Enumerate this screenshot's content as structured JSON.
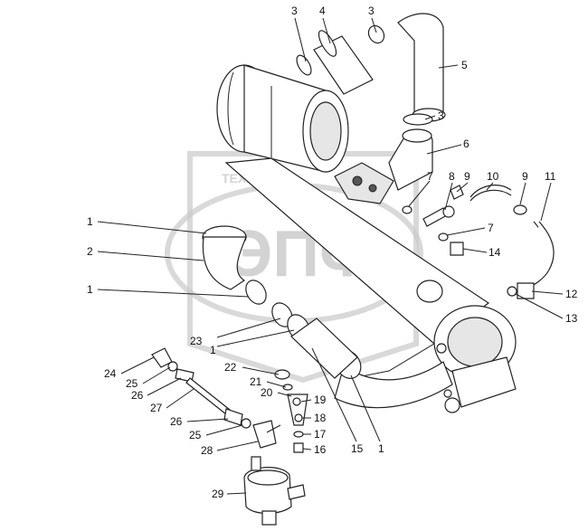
{
  "callouts": [
    {
      "id": "c3a",
      "text": "3"
    },
    {
      "id": "c4",
      "text": "4"
    },
    {
      "id": "c3b",
      "text": "3"
    },
    {
      "id": "c5",
      "text": "5"
    },
    {
      "id": "c3c",
      "text": "3"
    },
    {
      "id": "c6",
      "text": "6"
    },
    {
      "id": "c7a",
      "text": "7"
    },
    {
      "id": "c8",
      "text": "8"
    },
    {
      "id": "c9a",
      "text": "9"
    },
    {
      "id": "c10",
      "text": "10"
    },
    {
      "id": "c9b",
      "text": "9"
    },
    {
      "id": "c11",
      "text": "11"
    },
    {
      "id": "c7b",
      "text": "7"
    },
    {
      "id": "c14",
      "text": "14"
    },
    {
      "id": "c12",
      "text": "12"
    },
    {
      "id": "c13",
      "text": "13"
    },
    {
      "id": "c1a",
      "text": "1"
    },
    {
      "id": "c2",
      "text": "2"
    },
    {
      "id": "c1b",
      "text": "1"
    },
    {
      "id": "c23",
      "text": "23"
    },
    {
      "id": "c1c",
      "text": "1"
    },
    {
      "id": "c22",
      "text": "22"
    },
    {
      "id": "c21",
      "text": "21"
    },
    {
      "id": "c20",
      "text": "20"
    },
    {
      "id": "c19",
      "text": "19"
    },
    {
      "id": "c18",
      "text": "18"
    },
    {
      "id": "c17",
      "text": "17"
    },
    {
      "id": "c16",
      "text": "16"
    },
    {
      "id": "c15",
      "text": "15"
    },
    {
      "id": "c1d",
      "text": "1"
    },
    {
      "id": "c24",
      "text": "24"
    },
    {
      "id": "c25a",
      "text": "25"
    },
    {
      "id": "c26a",
      "text": "26"
    },
    {
      "id": "c27",
      "text": "27"
    },
    {
      "id": "c26b",
      "text": "26"
    },
    {
      "id": "c25b",
      "text": "25"
    },
    {
      "id": "c28",
      "text": "28"
    },
    {
      "id": "c29",
      "text": "29"
    }
  ],
  "watermark": {
    "top_text": "ТЕХНИКА",
    "logo_text": "ЭПФ"
  }
}
